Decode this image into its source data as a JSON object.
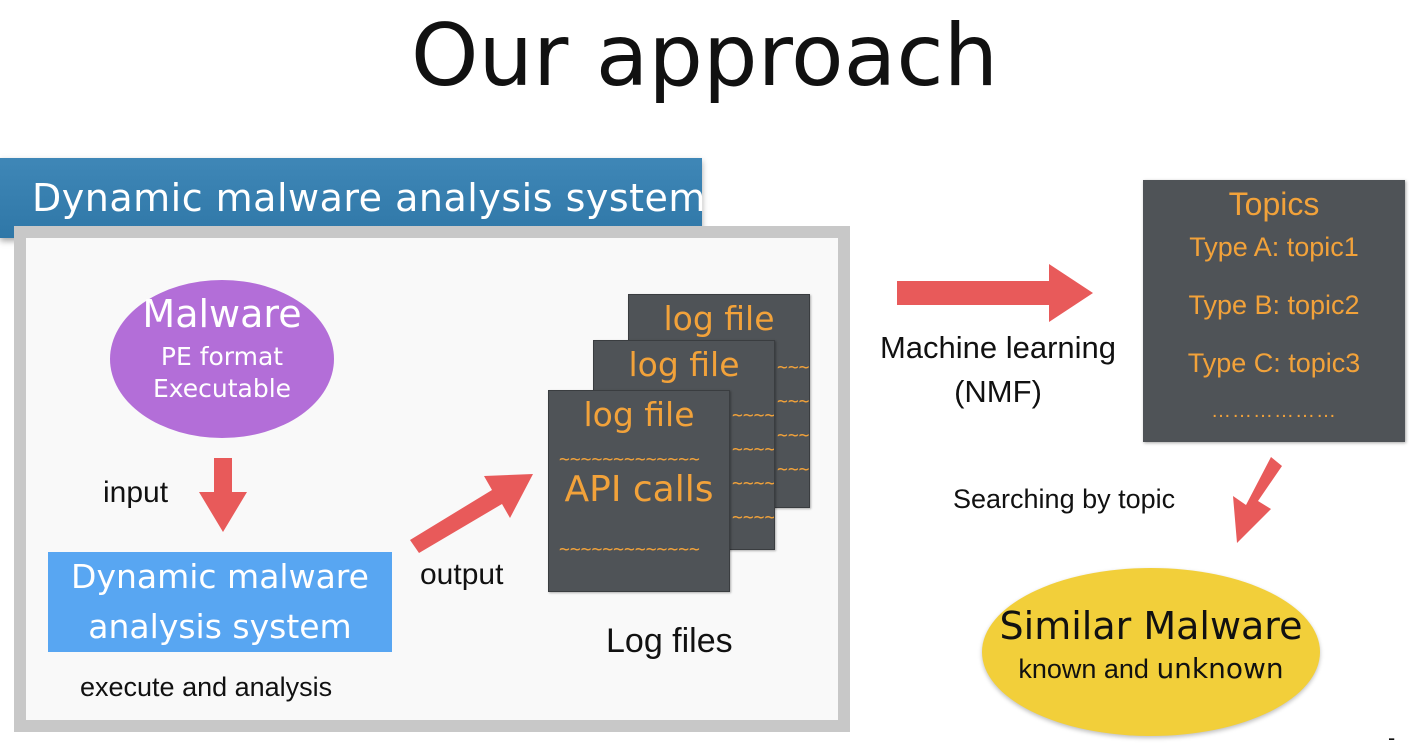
{
  "title": "Our approach",
  "banner": {
    "label": "Dynamic malware analysis system"
  },
  "malware": {
    "title": "Malware",
    "line1": "PE format",
    "line2": "Executable"
  },
  "flow": {
    "input_label": "input",
    "output_label": "output",
    "execute_label": "execute and analysis"
  },
  "dynamic_box": {
    "line1": "Dynamic malware",
    "line2": "analysis system"
  },
  "logs": {
    "file_label": "log file",
    "tilde": "~~~~~~~~~~~~~",
    "api": "API calls",
    "caption": "Log files"
  },
  "ml": {
    "line1": "Machine learning",
    "line2": "(NMF)"
  },
  "topics": {
    "header": "Topics",
    "items": [
      "Type A: topic1",
      "Type B: topic2",
      "Type C: topic3"
    ],
    "ellipsis": "………………"
  },
  "search_label": "Searching by topic",
  "similar": {
    "title": "Similar Malware",
    "sub_known": "known and ",
    "sub_unknown": "unknown"
  },
  "page_mark": "-",
  "colors": {
    "banner": "#3f87b7",
    "malware": "#b36ed8",
    "dynamic_box": "#58a6f2",
    "log_bg": "#4f5357",
    "log_text": "#f2a23a",
    "arrow": "#e85a5a",
    "similar": "#f2cf3a"
  }
}
